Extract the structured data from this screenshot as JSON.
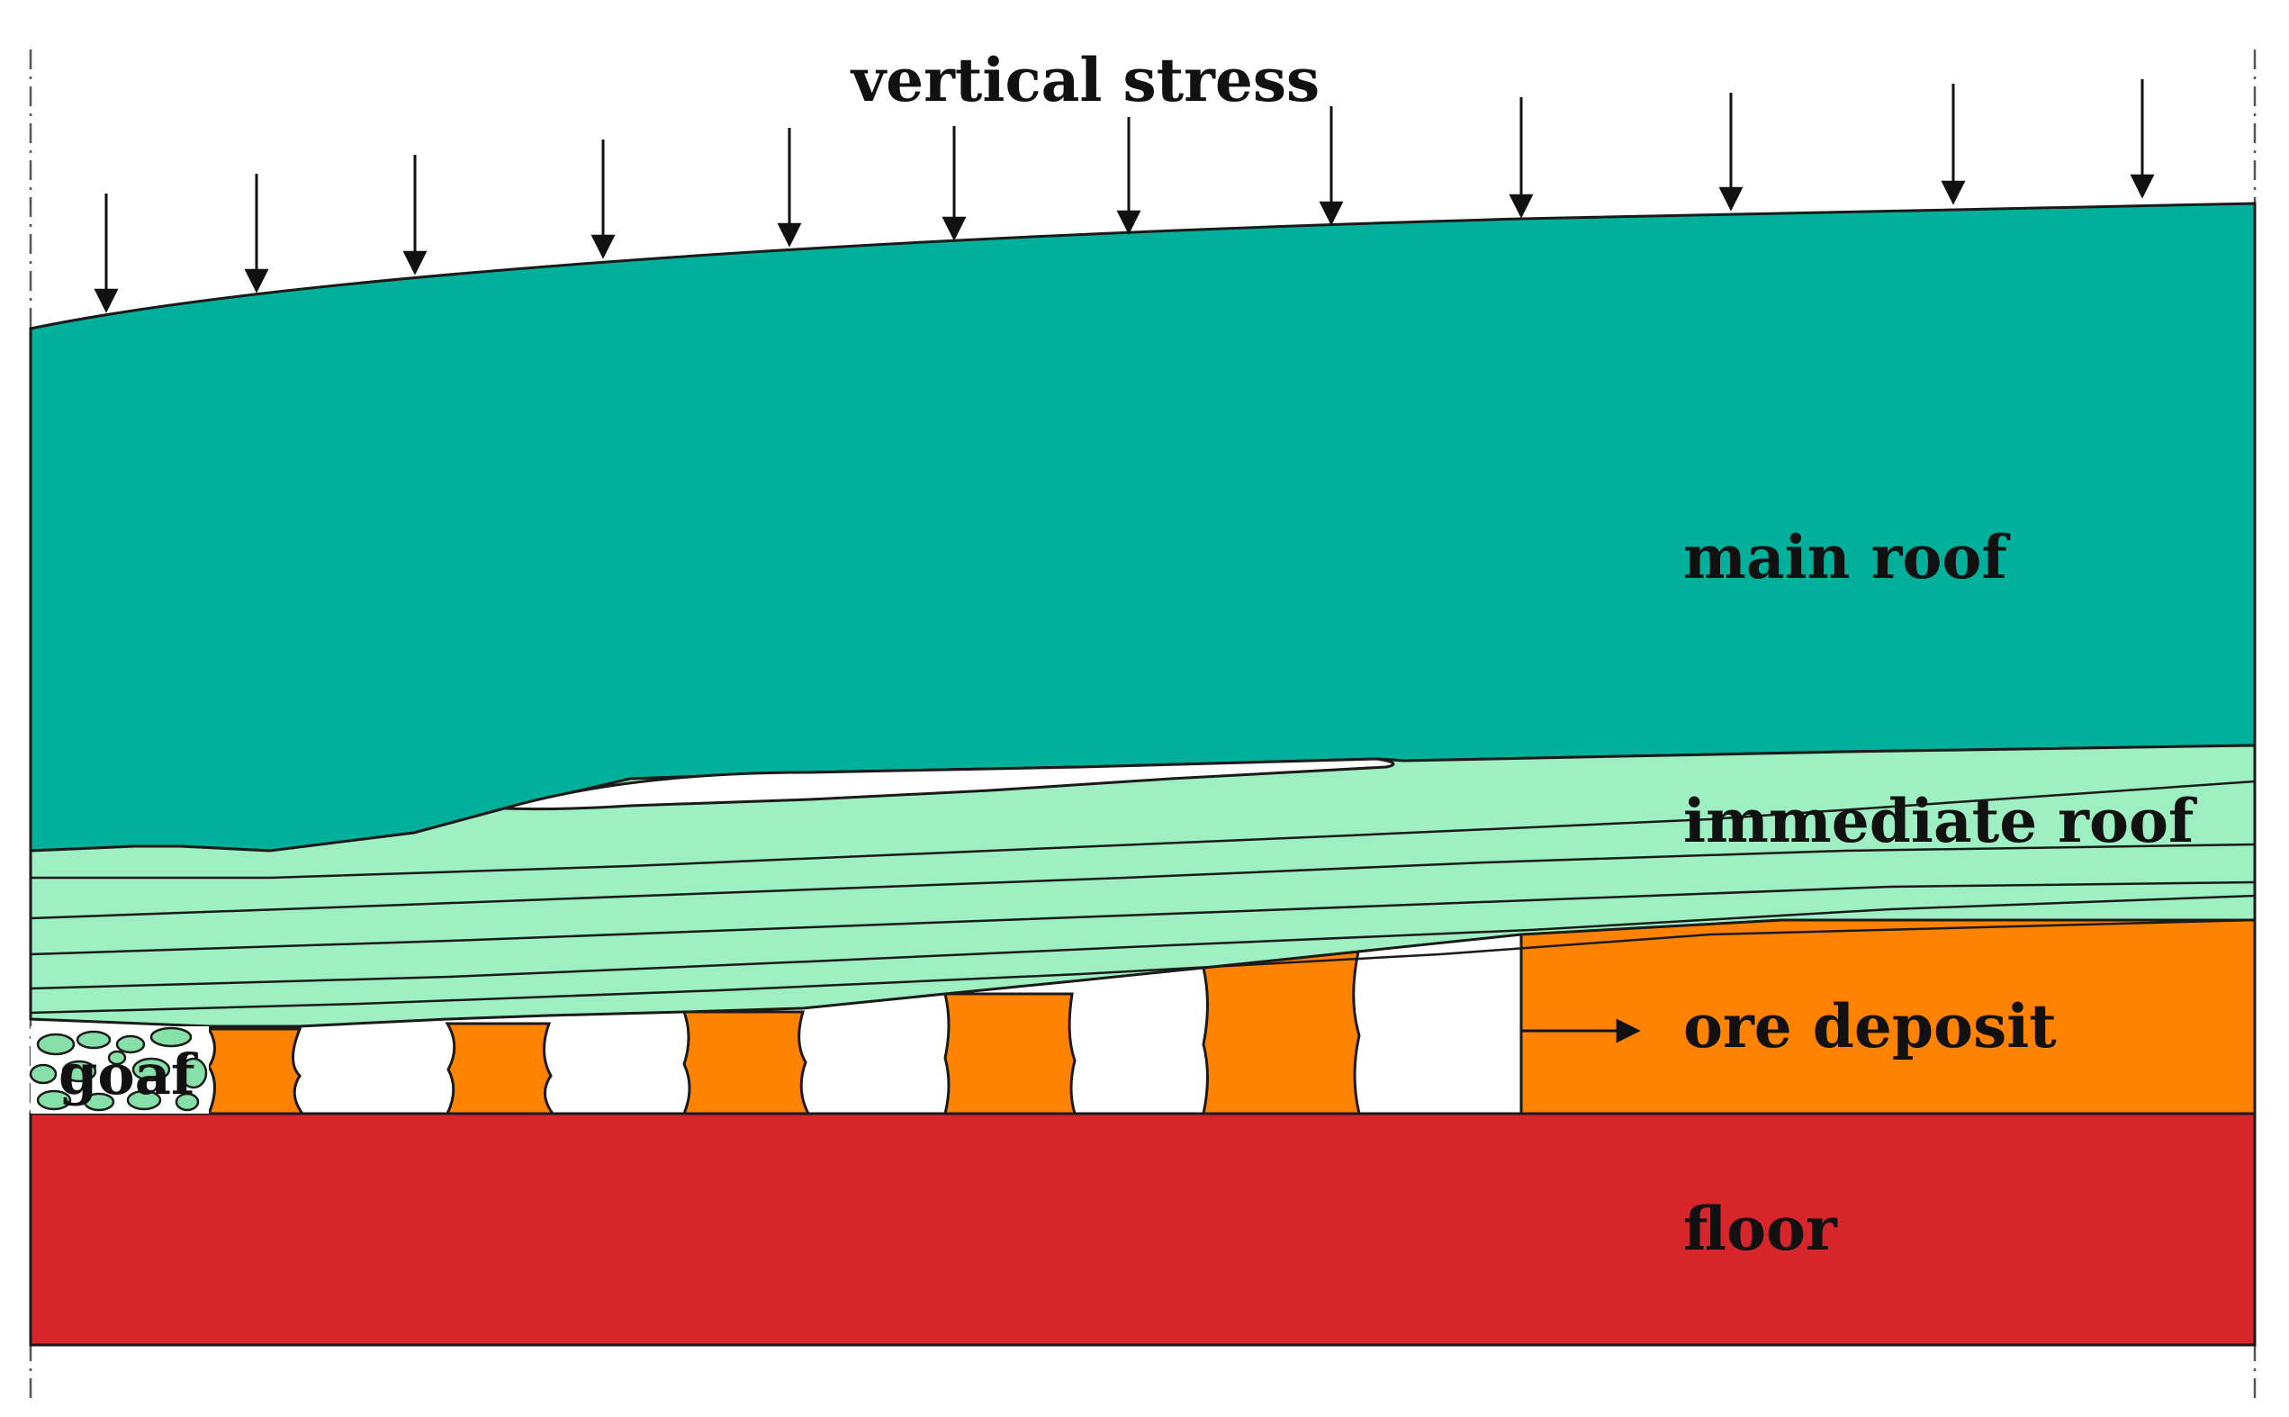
{
  "diagram": {
    "labels": {
      "vertical_stress": "vertical stress",
      "main_roof": "main roof",
      "immediate_roof": "immediate roof",
      "ore_deposit": "ore deposit",
      "floor": "floor",
      "goaf": "goaf"
    },
    "colors": {
      "main_roof": "#00b09b",
      "immediate_roof": "#9ef0c2",
      "ore_deposit": "#ff8300",
      "floor": "#d7252c",
      "goaf_fragment": "#86e0a8",
      "outline": "#1a1a1a",
      "background": "#ffffff"
    },
    "stress_arrow_count": 12,
    "ore_pillar_count": 5,
    "immediate_roof_layer_count": 6
  }
}
